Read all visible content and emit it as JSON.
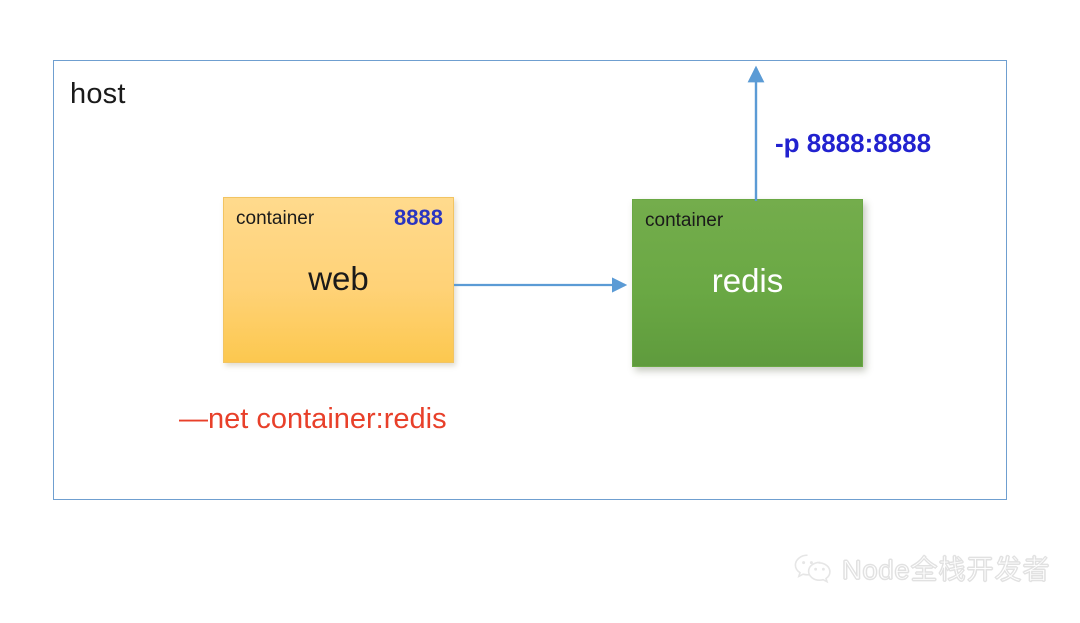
{
  "diagram": {
    "host": {
      "label": "host"
    },
    "containers": [
      {
        "id": "web",
        "corner_label": "container",
        "port_label": "8888",
        "title": "web",
        "fill_color": "#ffd277",
        "text_color": "#1a1a1a"
      },
      {
        "id": "redis",
        "corner_label": "container",
        "port_label": "",
        "title": "redis",
        "fill_color": "#6aa844",
        "text_color": "#ffffff"
      }
    ],
    "annotations": [
      {
        "id": "port-mapping",
        "text": "-p 8888:8888",
        "color": "#2222cf"
      },
      {
        "id": "network-mode",
        "text": "—net container:redis",
        "color": "#e8402a"
      }
    ],
    "arrows": [
      {
        "id": "web-to-redis",
        "color": "#5b9bd5",
        "direction": "right"
      },
      {
        "id": "redis-to-host",
        "color": "#5b9bd5",
        "direction": "up"
      }
    ],
    "watermark": {
      "icon": "wechat-icon",
      "text": "Node全栈开发者"
    }
  }
}
